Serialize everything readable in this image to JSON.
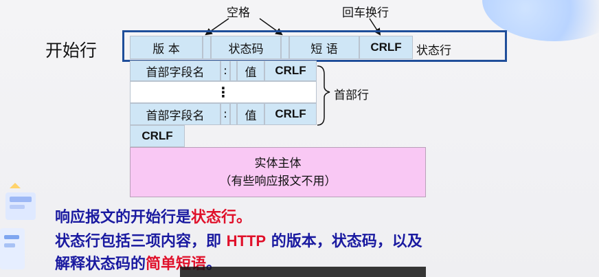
{
  "labels": {
    "space": "空格",
    "crlf_zh": "回车换行",
    "start_line": "开始行",
    "status_line": "状态行",
    "header_lines": "首部行"
  },
  "status_row": {
    "version": "版  本",
    "status_code": "状态码",
    "phrase": "短  语",
    "crlf": "CRLF"
  },
  "header_rows": [
    {
      "field": "首部字段名",
      "colon": ":",
      "value": "值",
      "crlf": "CRLF"
    },
    {
      "field": "首部字段名",
      "colon": ":",
      "value": "值",
      "crlf": "CRLF"
    }
  ],
  "ellipsis": "⋮",
  "blank_crlf": "CRLF",
  "entity_body": {
    "title": "实体主体",
    "note": "（有些响应报文不用）"
  },
  "caption": {
    "line1_a": "响应报文的开始行是",
    "line1_b": "状态行。",
    "line2_a": "状态行包括三项内容，即 ",
    "line2_b": "HTTP",
    "line2_c": " 的版本，状态码，以及",
    "line3_a": "解释状态码的",
    "line3_b": "简单短语",
    "line3_c": "。"
  },
  "colors": {
    "box_border": "#1f4e9a",
    "cell_fill": "#cfe6f6",
    "body_fill": "#f9c8f4",
    "caption_blue": "#1a1aa0",
    "caption_red": "#e0102a"
  }
}
